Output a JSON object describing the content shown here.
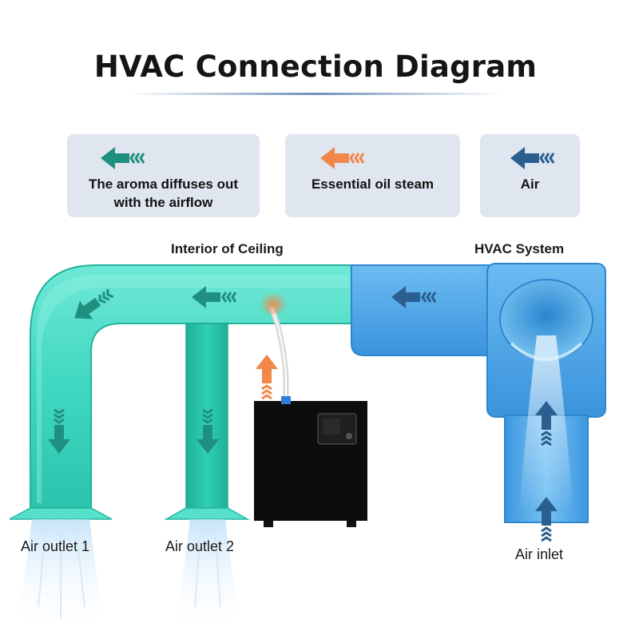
{
  "title": "HVAC Connection Diagram",
  "legend": [
    {
      "text": "The aroma diffuses out with the airflow",
      "line1": "The aroma diffuses out",
      "line2": "with the airflow",
      "color": "#1f8f80"
    },
    {
      "text": "Essential oil steam",
      "color": "#f2874a"
    },
    {
      "text": "Air",
      "color": "#2a5f8f"
    }
  ],
  "labels": {
    "ceiling": "Interior of Ceiling",
    "hvac": "HVAC System",
    "outlet1": "Air outlet 1",
    "outlet2": "Air outlet 2",
    "inlet": "Air inlet"
  },
  "colors": {
    "teal_duct": "#3fd8c0",
    "blue_duct": "#4aa6e8",
    "diffuser": "#111111"
  }
}
